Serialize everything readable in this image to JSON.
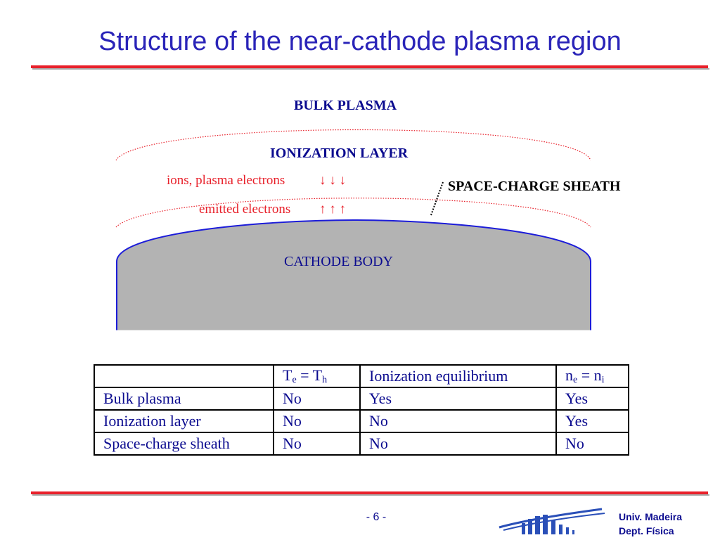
{
  "slide": {
    "title": "Structure of the near-cathode plasma region",
    "page_number": "- 6 -",
    "university": "Univ. Madeira",
    "department": "Dept. Física"
  },
  "diagram": {
    "bulk_plasma": "BULK PLASMA",
    "ionization_layer": "IONIZATION LAYER",
    "ions_label": "ions, plasma electrons",
    "down_arrows": "↓ ↓ ↓",
    "emitted_label": "emitted electrons",
    "up_arrows": "↑ ↑ ↑",
    "sheath_label": "SPACE-CHARGE SHEATH",
    "cathode_label": "CATHODE BODY",
    "colors": {
      "boundary": "#e8202a",
      "cathode_fill": "#b3b3b3",
      "cathode_outline": "#1c1cd9"
    }
  },
  "table": {
    "header": {
      "col1": "",
      "col2_main": "T",
      "col2_sub1": "e",
      "col2_eq": " = T",
      "col2_sub2": "h",
      "col3": "Ionization equilibrium",
      "col4_main": "n",
      "col4_sub1": "e",
      "col4_eq": " = n",
      "col4_sub2": "i"
    },
    "rows": [
      {
        "region": "Bulk plasma",
        "temp_eq": "No",
        "ion_eq": "Yes",
        "neutral": "Yes"
      },
      {
        "region": "Ionization layer",
        "temp_eq": "No",
        "ion_eq": "No",
        "neutral": "Yes"
      },
      {
        "region": "Space-charge sheath",
        "temp_eq": "No",
        "ion_eq": "No",
        "neutral": "No"
      }
    ]
  }
}
